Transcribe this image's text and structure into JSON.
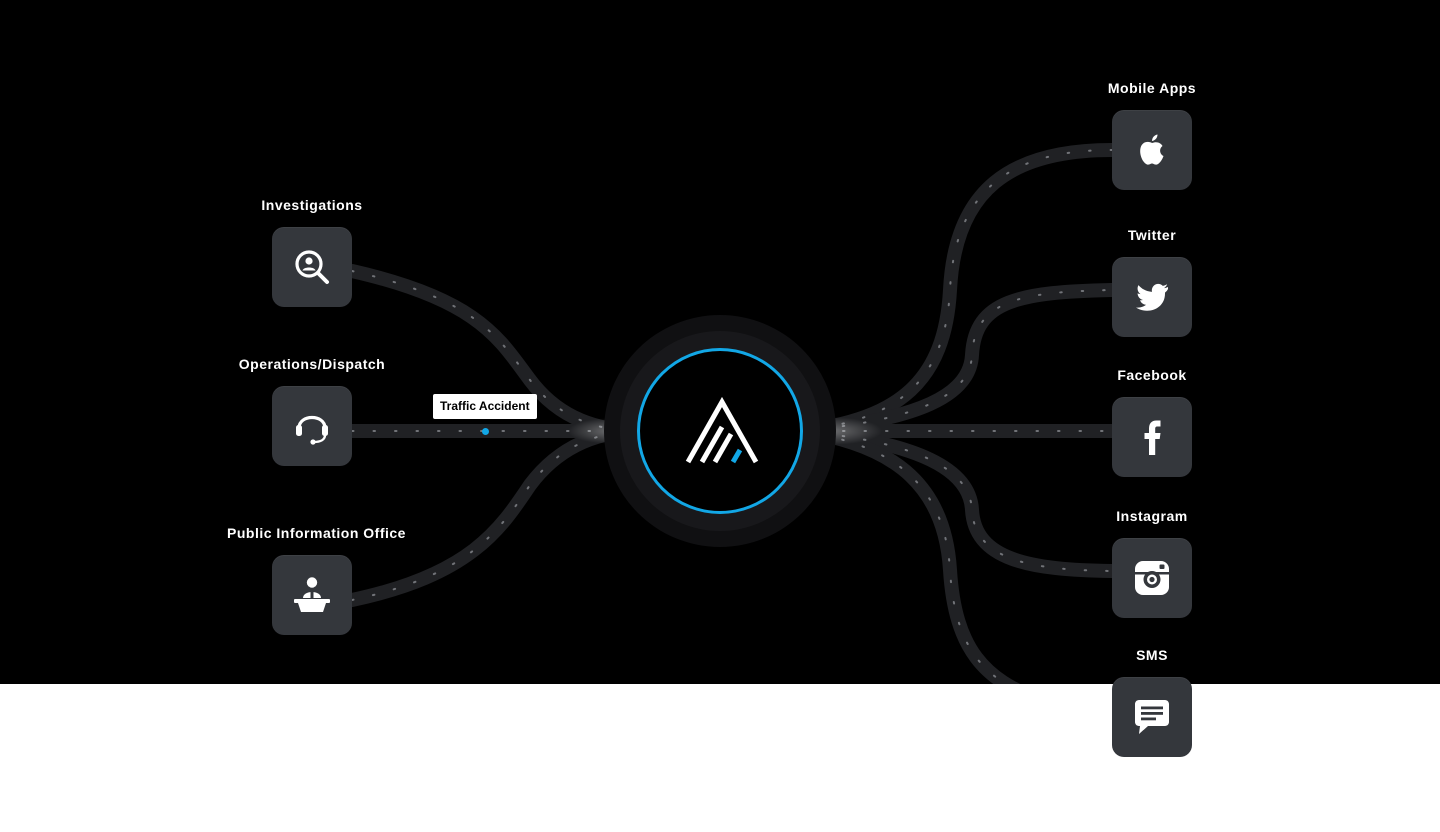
{
  "colors": {
    "stage_bg": "#000000",
    "tile_bg": "#34373c",
    "accent": "#12a7e6",
    "track": "#202124",
    "dots": "#8c8f94"
  },
  "hub": {
    "logo": "mountain-logo-icon"
  },
  "sources": [
    {
      "label": "Investigations",
      "icon": "investigation-search-icon"
    },
    {
      "label": "Operations/Dispatch",
      "icon": "headset-icon"
    },
    {
      "label": "Public Information Office",
      "icon": "podium-speaker-icon"
    }
  ],
  "channels": [
    {
      "label": "Mobile Apps",
      "icon": "apple-icon"
    },
    {
      "label": "Twitter",
      "icon": "twitter-bird-icon"
    },
    {
      "label": "Facebook",
      "icon": "facebook-icon"
    },
    {
      "label": "Instagram",
      "icon": "instagram-icon"
    },
    {
      "label": "SMS",
      "icon": "chat-bubble-icon"
    }
  ],
  "event_tag": {
    "label": "Traffic Accident"
  }
}
